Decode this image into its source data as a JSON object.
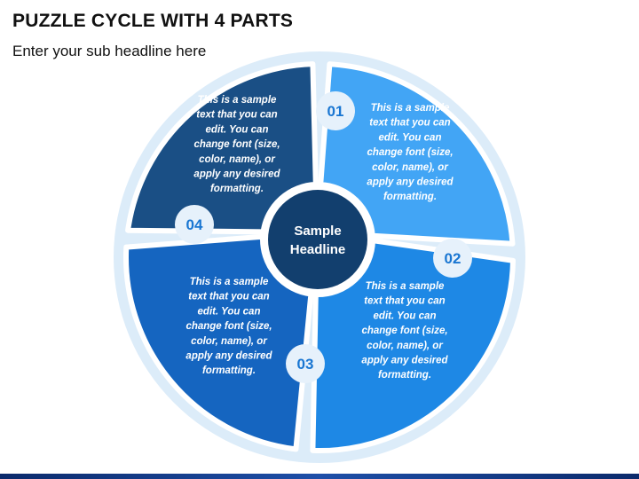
{
  "header": {
    "title": "PUZZLE CYCLE WITH 4 PARTS",
    "subtitle": "Enter your sub headline here"
  },
  "center": {
    "line1": "Sample",
    "line2": "Headline"
  },
  "parts": [
    {
      "number": "01",
      "color": "#42a5f5",
      "lines": [
        "This is a sample",
        "text that you can",
        "edit. You can",
        "change font (size,",
        "color, name), or",
        "apply any desired",
        "formatting."
      ]
    },
    {
      "number": "02",
      "color": "#1e88e5",
      "lines": [
        "This is a sample",
        "text that you can",
        "edit. You can",
        "change font (size,",
        "color, name), or",
        "apply any desired",
        "formatting."
      ]
    },
    {
      "number": "03",
      "color": "#1565c0",
      "lines": [
        "This is a sample",
        "text that you can",
        "edit. You can",
        "change font (size,",
        "color, name), or",
        "apply any desired",
        "formatting."
      ]
    },
    {
      "number": "04",
      "color": "#1a4f85",
      "lines": [
        "This is a sample",
        "text that you can",
        "edit. You can",
        "change font (size,",
        "color, name), or",
        "apply any desired",
        "formatting."
      ]
    }
  ],
  "colors": {
    "outer_ring": "#dcecf9",
    "ring_border": "#ffffff",
    "center_fill": "#123f6e",
    "number_text": "#1976d2",
    "tab_fill": "#e6f1fb"
  }
}
